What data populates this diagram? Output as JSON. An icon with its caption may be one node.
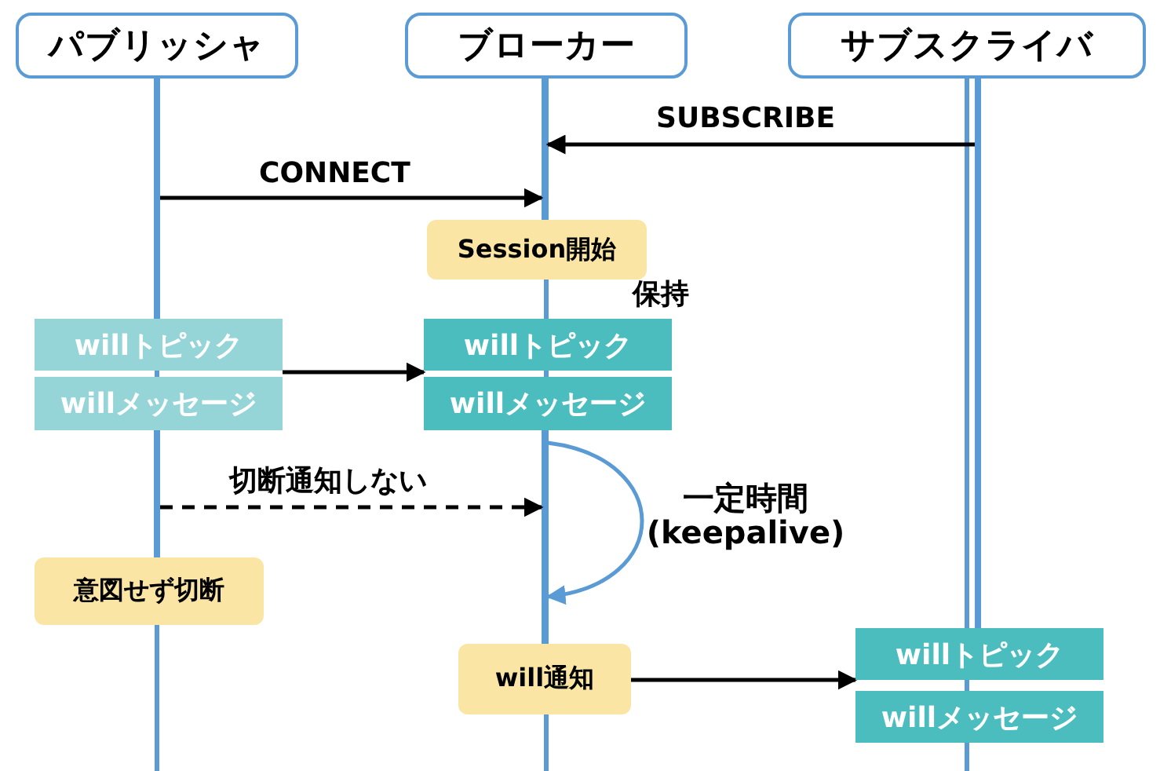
{
  "diagram": {
    "nodes": [
      {
        "text": [
          "パブリッシャ"
        ]
      },
      {
        "text": [
          "ブローカー"
        ]
      },
      {
        "text": [
          "サブスクライバ"
        ]
      },
      {
        "text": [
          "Session開始"
        ]
      },
      {
        "text": [
          "willトピック"
        ]
      },
      {
        "text": [
          "willメッセージ"
        ]
      },
      {
        "text": [
          "willトピック"
        ]
      },
      {
        "text": [
          "willメッセージ"
        ]
      },
      {
        "text": [
          "意図せず切断"
        ]
      },
      {
        "text": [
          "will通知"
        ]
      },
      {
        "text": [
          "willトピック"
        ]
      },
      {
        "text": [
          "willメッセージ"
        ]
      },
      {
        "text": [],
        "shape": "bar"
      },
      {
        "text": [],
        "shape": "bar"
      },
      {
        "text": [],
        "shape": "bar"
      },
      {
        "text": [],
        "shape": "bar"
      },
      {
        "text": [],
        "shape": "bar"
      }
    ],
    "edges": [
      {
        "from": 16,
        "to": 14,
        "arrow": "to",
        "label": "SUBSCRIBE"
      },
      {
        "from": 12,
        "to": 14,
        "arrow": "to",
        "label": "CONNECT"
      },
      {
        "from": 5,
        "to": 7,
        "arrow": "to"
      },
      {
        "from": 13,
        "to": 15,
        "arrow": "to",
        "label": "切断通知しない",
        "style": "dashed"
      },
      {
        "from": 15,
        "to": 15,
        "arrow": "to",
        "label": "一定時間 (keepalive)",
        "color": "#5b9bd5"
      },
      {
        "from": 9,
        "to": 11,
        "arrow": "to"
      }
    ],
    "labels": [
      "保持"
    ]
  }
}
